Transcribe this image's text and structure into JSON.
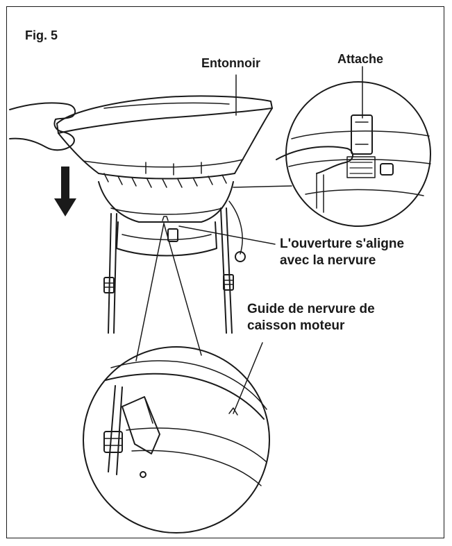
{
  "figure": {
    "label": "Fig. 5"
  },
  "callouts": {
    "funnel": "Entonnoir",
    "clip": "Attache",
    "opening_line1": "L'ouverture s'aligne",
    "opening_line2": "avec la nervure",
    "guide_line1": "Guide de nervure de",
    "guide_line2": "caisson moteur"
  },
  "icons": {
    "direction": "down-arrow-icon"
  },
  "colors": {
    "ink": "#1a1a1a",
    "paper": "#ffffff"
  }
}
